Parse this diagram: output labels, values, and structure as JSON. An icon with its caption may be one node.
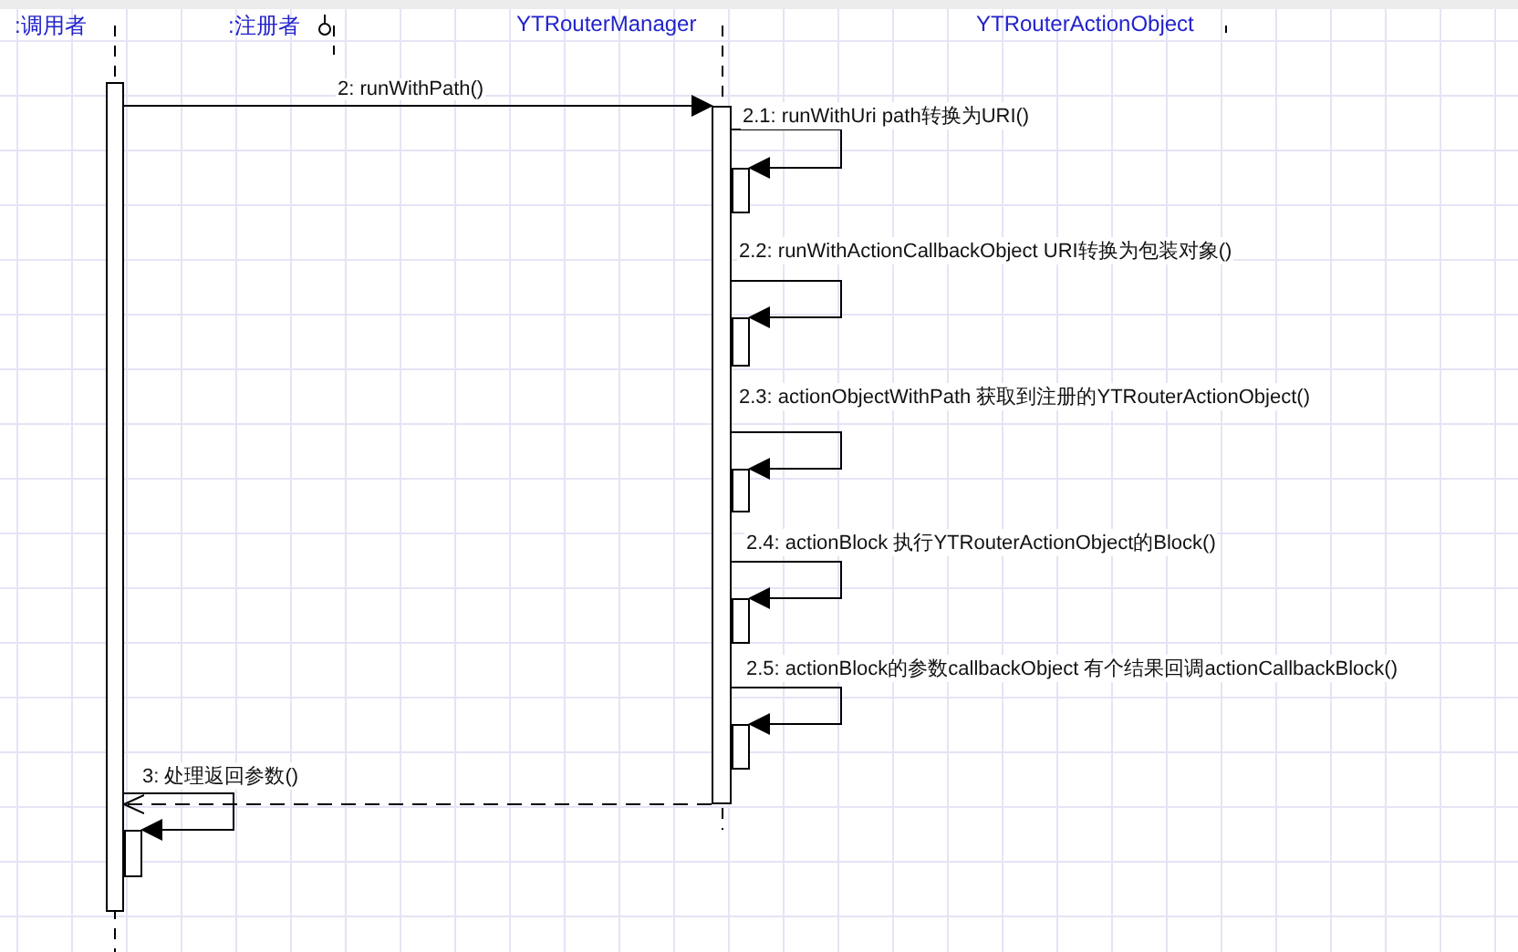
{
  "diagram": {
    "nodes": [
      {
        "text": [
          ":调用者"
        ]
      },
      {
        "text": [
          ":注册者"
        ]
      },
      {
        "text": [
          "YTRouterManager"
        ]
      },
      {
        "text": [
          "YTRouterActionObject"
        ]
      },
      {
        "text": [],
        "shape": "bar"
      },
      {
        "text": [],
        "shape": "bar"
      },
      {
        "text": [],
        "shape": "bar"
      },
      {
        "text": [],
        "shape": "bar"
      },
      {
        "text": [],
        "shape": "bar"
      },
      {
        "text": [],
        "shape": "bar"
      },
      {
        "text": [],
        "shape": "bar"
      },
      {
        "text": [],
        "shape": "bar"
      }
    ],
    "edges": [
      {
        "from": 4,
        "to": 5,
        "arrow": "to",
        "label": "2: runWithPath()"
      },
      {
        "from": 5,
        "to": 6,
        "arrow": "to",
        "label": "2.1: runWithUri path转换为URI()"
      },
      {
        "from": 5,
        "to": 7,
        "arrow": "to",
        "label": "2.2: runWithActionCallbackObject URI转换为包装对象()"
      },
      {
        "from": 5,
        "to": 8,
        "arrow": "to",
        "label": "2.3: actionObjectWithPath 获取到注册的YTRouterActionObject()"
      },
      {
        "from": 5,
        "to": 9,
        "arrow": "to",
        "label": "2.4: actionBlock 执行YTRouterActionObject的Block()"
      },
      {
        "from": 5,
        "to": 10,
        "arrow": "to",
        "label": "2.5: actionBlock的参数callbackObject 有个结果回调actionCallbackBlock()"
      },
      {
        "from": 5,
        "to": 4,
        "arrow": "to",
        "style": "dashed"
      },
      {
        "from": 4,
        "to": 11,
        "arrow": "to",
        "label": "3: 处理返回参数()"
      }
    ]
  }
}
